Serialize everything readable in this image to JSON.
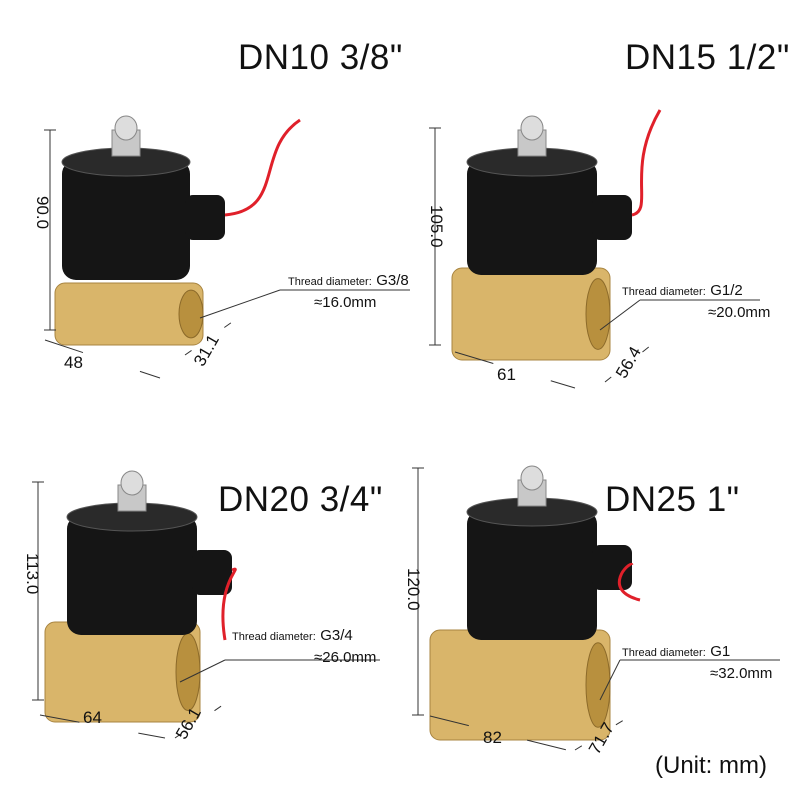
{
  "panels": [
    {
      "title": "DN10 3/8\"",
      "height": "90.0",
      "width": "48",
      "depth": "31.1",
      "thread_label": "Thread diameter:",
      "thread_size": "G3/8",
      "thread_mm": "≈16.0mm"
    },
    {
      "title": "DN15 1/2\"",
      "height": "105.0",
      "width": "61",
      "depth": "56.4",
      "thread_label": "Thread diameter:",
      "thread_size": "G1/2",
      "thread_mm": "≈20.0mm"
    },
    {
      "title": "DN20 3/4\"",
      "height": "113.0",
      "width": "64",
      "depth": "56.1",
      "thread_label": "Thread diameter:",
      "thread_size": "G3/4",
      "thread_mm": "≈26.0mm"
    },
    {
      "title": "DN25 1\"",
      "height": "120.0",
      "width": "82",
      "depth": "71.7",
      "thread_label": "Thread diameter:",
      "thread_size": "G1",
      "thread_mm": "≈32.0mm"
    }
  ],
  "unit_note": "(Unit: mm)",
  "colors": {
    "coil": "#151515",
    "brass": "#d9b56a",
    "wire": "#e0202a",
    "nut": "#c8c8c8"
  }
}
